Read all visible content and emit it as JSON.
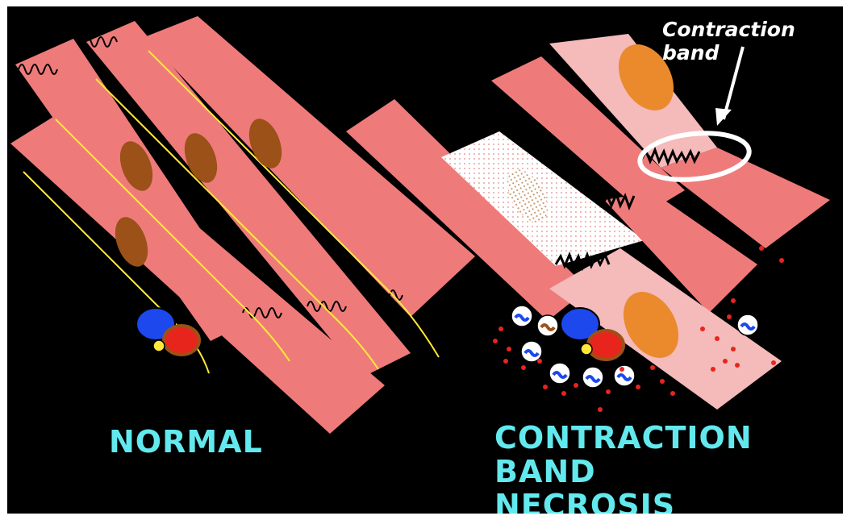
{
  "labels": {
    "normal": "NORMAL",
    "necrosis_line1": "CONTRACTION",
    "necrosis_line2": "BAND",
    "necrosis_line3": "NECROSIS",
    "callout": "Contraction band"
  },
  "colors": {
    "background": "#000000",
    "fiber": "#ee7b7a",
    "fiber_pale": "#f5baba",
    "nucleus_normal": "#9b5118",
    "nucleus_necrotic": "#ea8a2d",
    "disc": "#ffe83a",
    "label": "#62e9ee",
    "rbc": "#e8251d",
    "blue_cell": "#1c48ee"
  }
}
